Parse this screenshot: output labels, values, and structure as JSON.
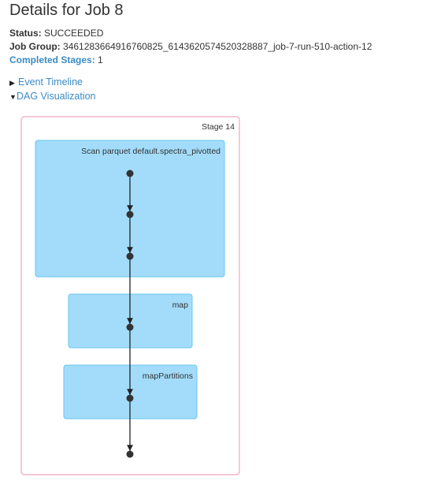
{
  "title": "Details for Job 8",
  "summary": {
    "status_label": "Status:",
    "status_value": "SUCCEEDED",
    "job_group_label": "Job Group:",
    "job_group_value": "3461283664916760825_6143620574520328887_job-7-run-510-action-12",
    "completed_stages_label": "Completed Stages:",
    "completed_stages_value": "1"
  },
  "toggles": {
    "event_timeline": "Event Timeline",
    "dag_visualization": "DAG Visualization"
  },
  "dag": {
    "stage_label": "Stage 14",
    "clusters": [
      {
        "label": "Scan parquet default.spectra_pivotted"
      },
      {
        "label": "map"
      },
      {
        "label": "mapPartitions"
      }
    ]
  },
  "colors": {
    "stage_border": "#f4b6c8",
    "cluster_fill": "#a3dcfa",
    "cluster_border": "#69c5f0",
    "link": "#3b8ac5",
    "node": "#333333"
  }
}
